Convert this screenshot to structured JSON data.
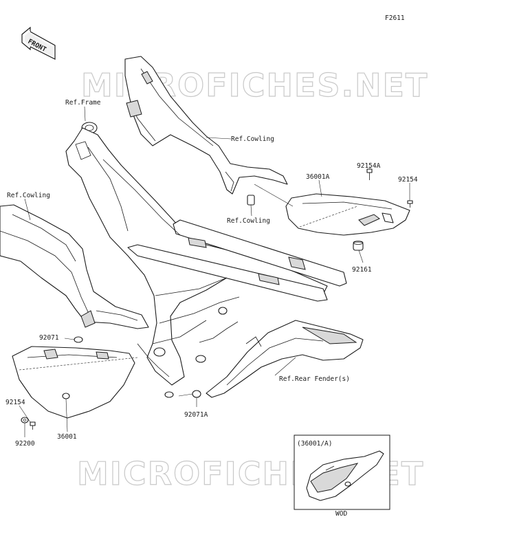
{
  "figure_code": "F2611",
  "front_marker": "FRONT",
  "watermark": "MICROFICHES.NET",
  "labels": {
    "ref_frame": "Ref.Frame",
    "ref_cowling_top": "Ref.Cowling",
    "ref_cowling_left": "Ref.Cowling",
    "ref_cowling_mid": "Ref.Cowling",
    "ref_rear_fender": "Ref.Rear Fender(s)",
    "p36001a": "36001A",
    "p92154a": "92154A",
    "p92154_right": "92154",
    "p92161": "92161",
    "p92071": "92071",
    "p92071a": "92071A",
    "p92154_left": "92154",
    "p92200": "92200",
    "p36001": "36001"
  },
  "inset": {
    "title": "(36001/A)",
    "caption": "WOD"
  }
}
